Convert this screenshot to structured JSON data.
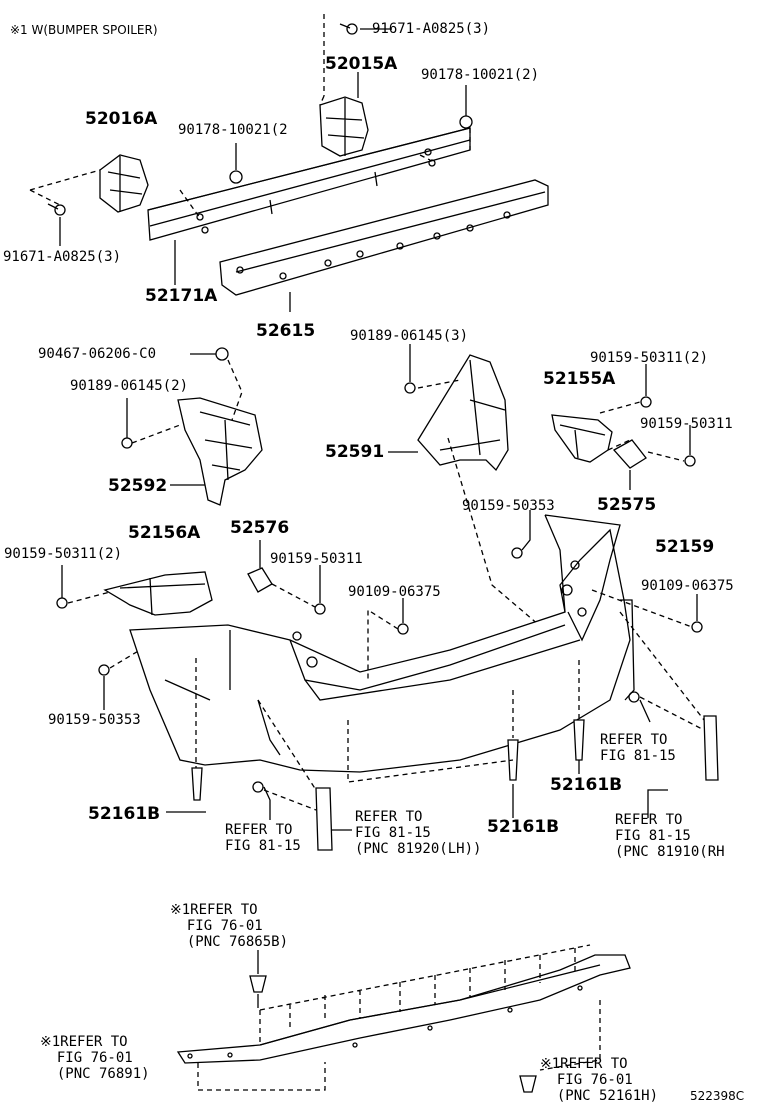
{
  "header_note": "※1 W(BUMPER SPOILER)",
  "drawing_code": "522398C",
  "labels": {
    "p91671_top": "91671-A0825(3)",
    "p52015A": "52015A",
    "p90178_right": "90178-10021(2)",
    "p52016A": "52016A",
    "p90178_left": "90178-10021(2",
    "p91671_left": "91671-A0825(3)",
    "p52171A": "52171A",
    "p52615": "52615",
    "p90467": "90467-06206-C0",
    "p90189_left": "90189-06145(2)",
    "p52592": "52592",
    "p90189_mid": "90189-06145(3)",
    "p52591": "52591",
    "p90159_r2": "90159-50311(2)",
    "p52155A": "52155A",
    "p90159_r1": "90159-50311",
    "p52575": "52575",
    "p90159_50353_r": "90159-50353",
    "p52159": "52159",
    "p52156A": "52156A",
    "p52576": "52576",
    "p90159_l2": "90159-50311(2)",
    "p90159_mid": "90159-50311",
    "p90109_mid": "90109-06375",
    "p90109_right": "90109-06375",
    "p90159_50353_l": "90159-50353",
    "p52161B_left": "52161B",
    "p52161B_mid": "52161B",
    "p52161B_right": "52161B",
    "ref_81_15_right_top": "REFER TO\nFIG 81-15",
    "ref_81_15_left": "REFER TO\nFIG 81-15",
    "ref_81920": "REFER TO\nFIG 81-15\n(PNC 81920(LH))",
    "ref_81910": "REFER TO\nFIG 81-15\n(PNC 81910(RH",
    "ref_76865B": "※1REFER TO\n  FIG 76-01\n  (PNC 76865B)",
    "ref_76891": "※1REFER TO\n  FIG 76-01\n  (PNC 76891)",
    "ref_52161H": "※1REFER TO\n  FIG 76-01\n  (PNC 52161H)"
  }
}
